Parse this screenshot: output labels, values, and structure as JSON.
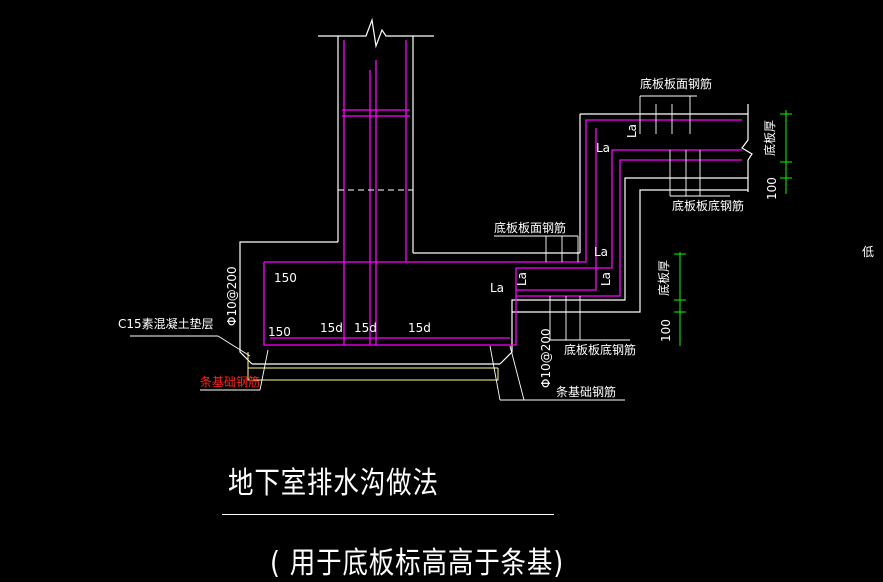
{
  "drawing": {
    "title": "地下室排水沟做法",
    "subtitle": "( 用于底板标高高于条基)",
    "colors": {
      "background": "#000000",
      "concrete_outline": "#ffffff",
      "rebar": "#ff00ff",
      "cushion": "#ffff80",
      "leader": "#ffffff",
      "dimension": "#00ff00",
      "warning_label": "#ff2020"
    }
  },
  "labels": {
    "top_rebar_1": "底板板面钢筋",
    "bottom_rebar_1": "底板板底钢筋",
    "top_rebar_2": "底板板面钢筋",
    "bottom_rebar_2": "底板板底钢筋",
    "strip_rebar_right": "条基础钢筋",
    "strip_rebar_left": "条基础钢筋",
    "cushion": "C15素混凝土垫层",
    "stirrup_left": "Φ10@200",
    "stirrup_right": "Φ10@200",
    "dim_150_a": "150",
    "dim_150_b": "150",
    "dim_15d_a": "15d",
    "dim_15d_b": "15d",
    "dim_15d_c": "15d",
    "la_1": "La",
    "la_2": "La",
    "la_3": "La",
    "la_4": "La",
    "la_5": "La",
    "la_6": "La",
    "slab_thickness_1": "底板厚",
    "slab_thickness_2": "底板厚",
    "dim_100_a": "100",
    "dim_100_b": "100",
    "edge_text": "低"
  }
}
